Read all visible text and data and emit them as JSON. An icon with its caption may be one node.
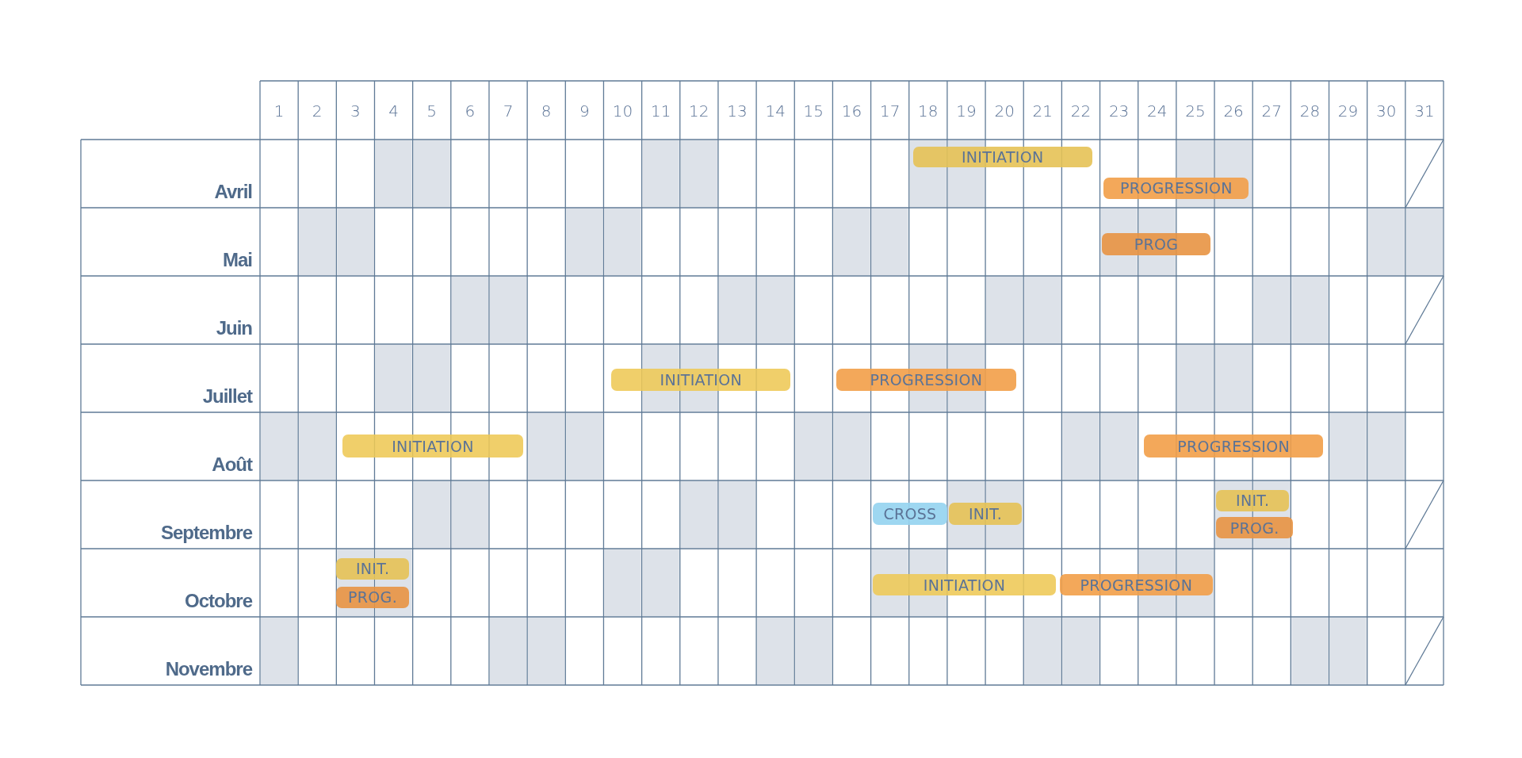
{
  "diagram": {
    "nodes": [
      {
        "text": [
          "INITIATION"
        ]
      },
      {
        "text": [
          "PROGRESSION"
        ]
      },
      {
        "text": [
          "PROG"
        ]
      },
      {
        "text": [
          "INITIATION"
        ]
      },
      {
        "text": [
          "PROGRESSION"
        ]
      },
      {
        "text": [
          "INITIATION"
        ]
      },
      {
        "text": [
          "PROGRESSION"
        ]
      },
      {
        "text": [
          "CROSS"
        ]
      },
      {
        "text": [
          "INIT."
        ]
      },
      {
        "text": [
          "INIT."
        ]
      },
      {
        "text": [
          "PROG."
        ]
      },
      {
        "text": [
          "INIT."
        ]
      },
      {
        "text": [
          "PROG."
        ]
      },
      {
        "text": [
          "INITIATION"
        ]
      },
      {
        "text": [
          "PROGRESSION"
        ]
      }
    ],
    "labels": [
      "1",
      "2",
      "3",
      "4",
      "5",
      "6",
      "7",
      "8",
      "9",
      "10",
      "11",
      "12",
      "13",
      "14",
      "15",
      "16",
      "17",
      "18",
      "19",
      "20",
      "21",
      "22",
      "23",
      "24",
      "25",
      "26",
      "27",
      "28",
      "29",
      "30",
      "31",
      "Avril",
      "Mai",
      "Juin",
      "Juillet",
      "Août",
      "Septembre",
      "Octobre",
      "Novembre"
    ]
  }
}
